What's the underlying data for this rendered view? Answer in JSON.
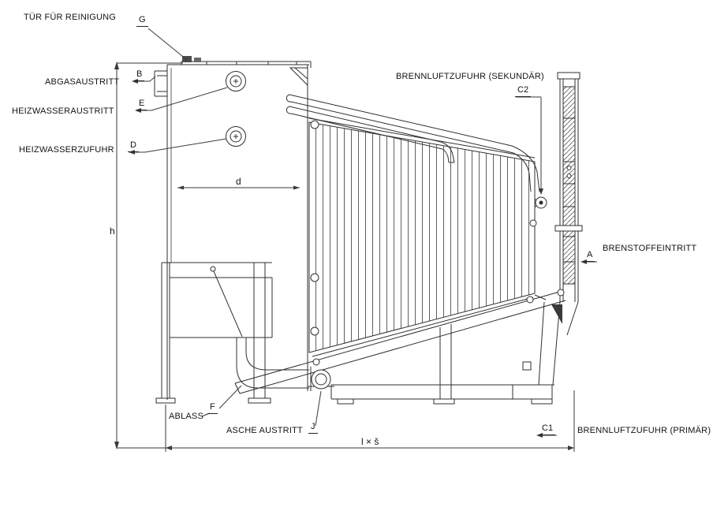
{
  "drawing": {
    "colors": {
      "ink": "#2f2f2f"
    },
    "labels": {
      "door_cleaning": "TÜR FÜR REINIGUNG",
      "flue_gas_outlet": "ABGASAUSTRITT",
      "heating_water_outlet": "HEIZWASSERAUSTRITT",
      "heating_water_supply": "HEIZWASSERZUFUHR",
      "combustion_air_secondary": "BRENNLUFTZUFUHR (SEKUNDÄR)",
      "fuel_inlet": "BRENSTOFFEINTRITT",
      "drain": "ABLASS",
      "ash_outlet": "ASCHE AUSTRITT",
      "combustion_air_primary": "BRENNLUFTZUFUHR (PRIMÄR)"
    },
    "refs": {
      "g": "G",
      "b": "B",
      "e": "E",
      "d": "D",
      "c2": "C2",
      "a": "A",
      "f": "F",
      "j": "J",
      "c1": "C1"
    },
    "dims": {
      "height": "h",
      "depth": "d",
      "footprint": "l × š"
    }
  }
}
